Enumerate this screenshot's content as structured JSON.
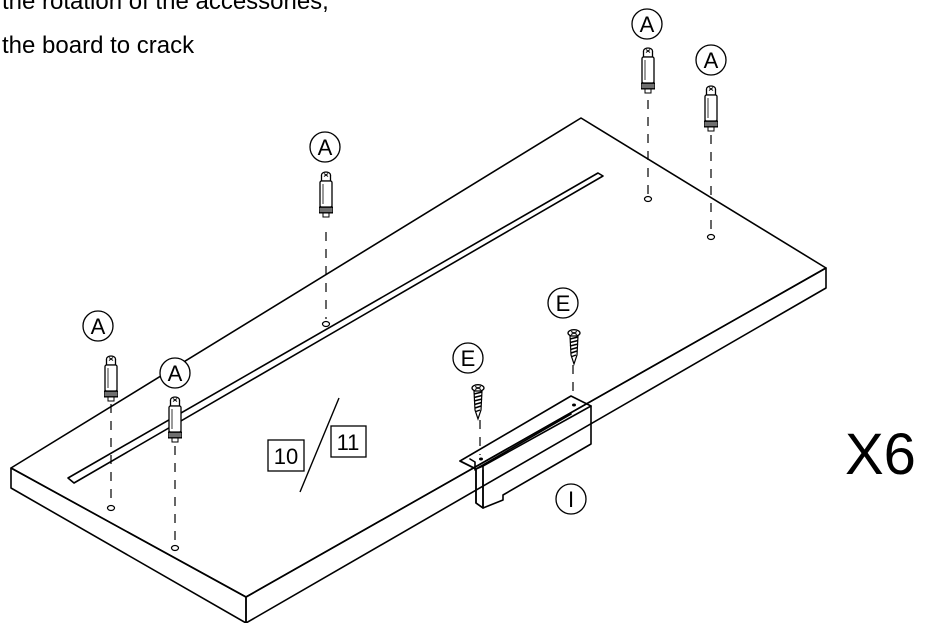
{
  "notes": {
    "line1": "the rotation of the accessories,",
    "line2": "the board to crack"
  },
  "board_labels": {
    "left": "10",
    "right": "11"
  },
  "quantity": "X6",
  "callouts": {
    "a": "A",
    "e": "E",
    "i": "I"
  },
  "parts": {
    "cam_pin": "A",
    "screw": "E",
    "bracket": "I"
  }
}
